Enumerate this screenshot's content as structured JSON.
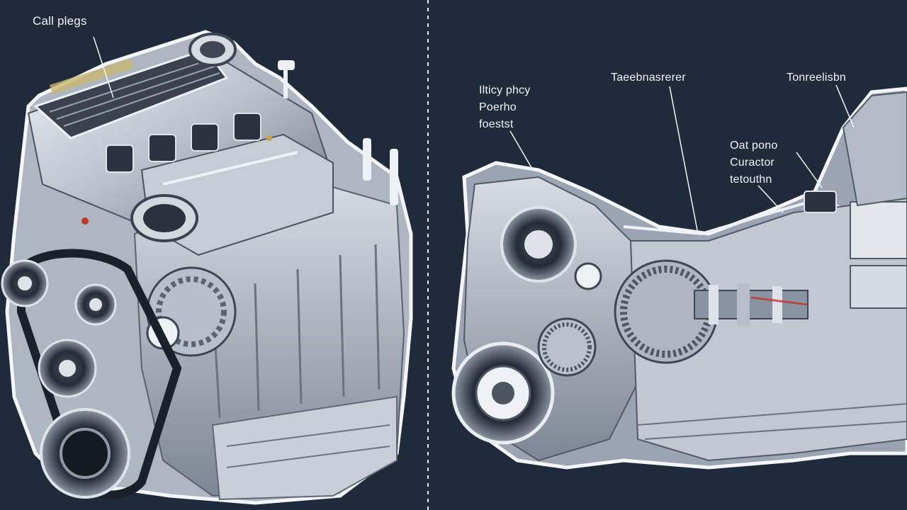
{
  "colors": {
    "background": "#1f2a3a",
    "metal_light": "#d9dee6",
    "metal_mid": "#9aa3b0",
    "metal_dark": "#3e4654",
    "outline": "#f4f6f9",
    "accent_red": "#c0392b"
  },
  "engine": {
    "labels": [
      {
        "lines": [
          "Call plegs"
        ]
      }
    ]
  },
  "transmission": {
    "labels": [
      {
        "lines": [
          "Ilticy phcy",
          "Poerho",
          "foestst"
        ]
      },
      {
        "lines": [
          "Taeebnasrerer"
        ]
      },
      {
        "lines": [
          "Tonreelisbn"
        ]
      },
      {
        "lines": [
          "Oat pono",
          "Curactor",
          "tetouthn"
        ]
      }
    ]
  }
}
